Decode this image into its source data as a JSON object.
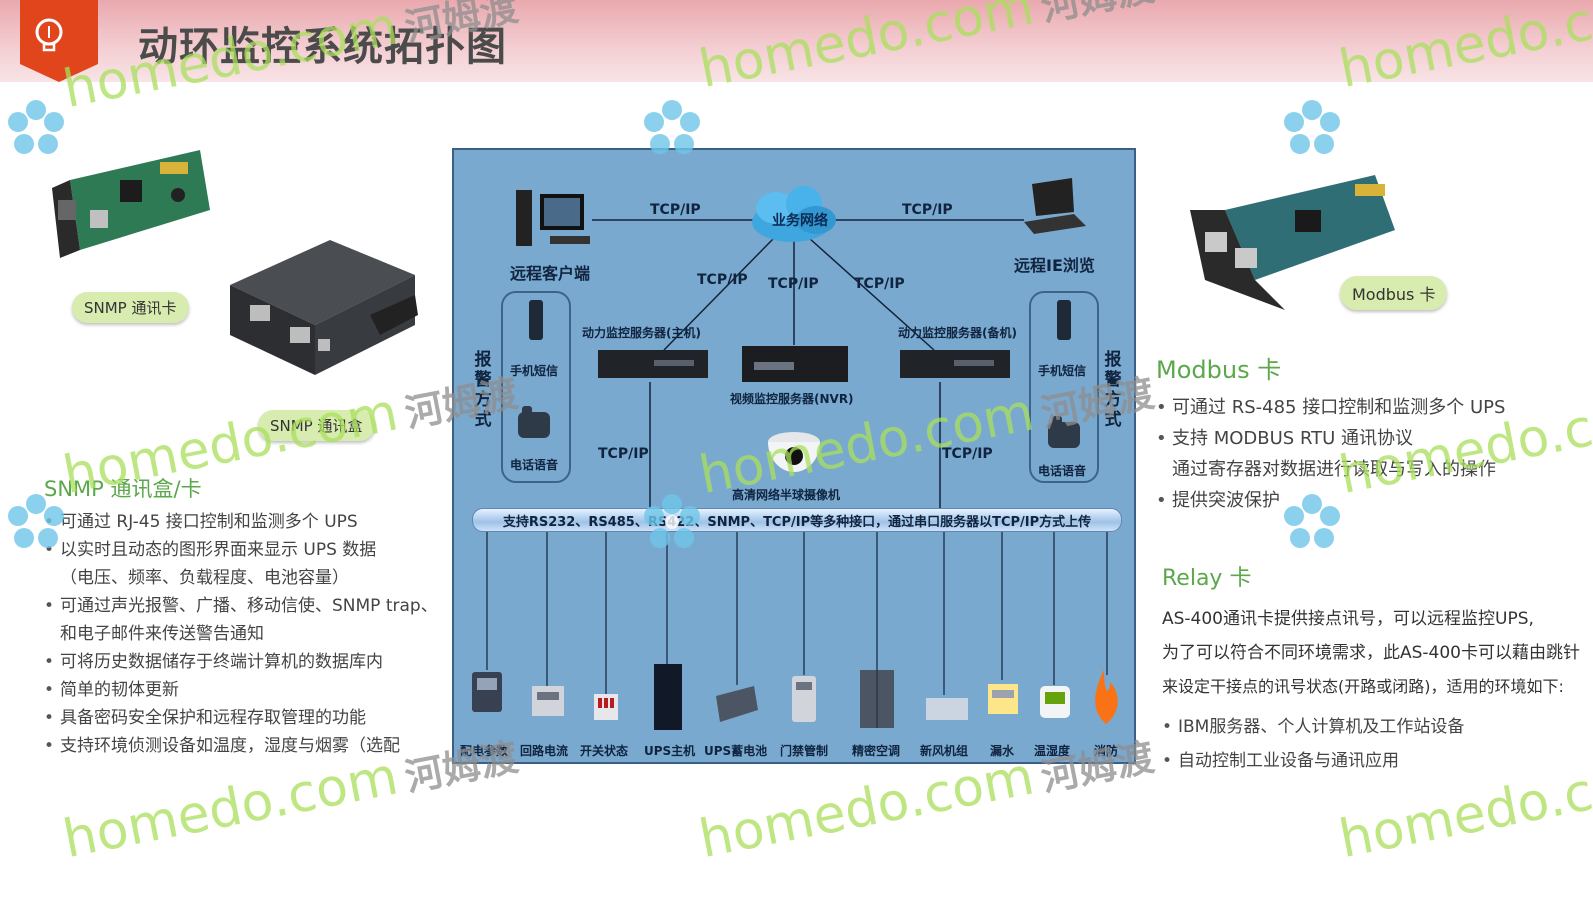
{
  "header": {
    "title": "动环监控系统拓扑图"
  },
  "colors": {
    "accent": "#e0451c",
    "header_pink": "#efb9bd",
    "green": "#5aa84a",
    "diagram_bg": "#7aa9cf"
  },
  "watermark": {
    "domain": "homedo.com",
    "cn": "河姆渡"
  },
  "left": {
    "pill_card": "SNMP 通讯卡",
    "pill_box": "SNMP 通讯盒",
    "section_title": "SNMP 通讯盒/卡",
    "features": [
      "可通过 RJ-45 接口控制和监测多个 UPS",
      "以实时且动态的图形界面来显示 UPS 数据",
      "（电压、频率、负载程度、电池容量）",
      "可通过声光报警、广播、移动信使、SNMP trap、",
      "和电子邮件来传送警告通知",
      "可将历史数据储存于终端计算机的数据库内",
      "简单的韧体更新",
      "具备密码安全保护和远程存取管理的功能",
      "支持环境侦测设备如温度，湿度与烟雾（选配"
    ]
  },
  "diagram": {
    "cloud": "业务网络",
    "tcp": "TCP/IP",
    "remote_client": "远程客户端",
    "remote_ie": "远程IE浏览",
    "server_main": "动力监控服务器(主机)",
    "server_backup": "动力监控服务器(备机)",
    "nvr": "视频监控服务器(NVR)",
    "camera": "高清网络半球摄像机",
    "sms": "手机短信",
    "voice": "电话语音",
    "alarm": "报警方式",
    "bus": "支持RS232、RS485、RS422、SNMP、TCP/IP等多种接口，通过串口服务器以TCP/IP方式上传",
    "equipment": [
      "配电参数",
      "回路电流",
      "开关状态",
      "UPS主机",
      "UPS蓄电池",
      "门禁管制",
      "精密空调",
      "新风机组",
      "漏水",
      "温湿度",
      "消防"
    ]
  },
  "right": {
    "pill": "Modbus 卡",
    "modbus_title": "Modbus 卡",
    "modbus_features": [
      "可通过 RS-485 接口控制和监测多个 UPS",
      "支持 MODBUS RTU 通讯协议",
      "通过寄存器对数据进行读取与写入的操作",
      "提供突波保护"
    ],
    "relay_title": "Relay 卡",
    "relay_lines": [
      "AS-400通讯卡提供接点讯号，可以远程监控UPS,",
      "为了可以符合不同环境需求，此AS-400卡可以藉由跳针",
      "来设定干接点的讯号状态(开路或闭路)，适用的环境如下:"
    ],
    "relay_features": [
      "IBM服务器、个人计算机及工作站设备",
      "自动控制工业设备与通讯应用"
    ]
  }
}
